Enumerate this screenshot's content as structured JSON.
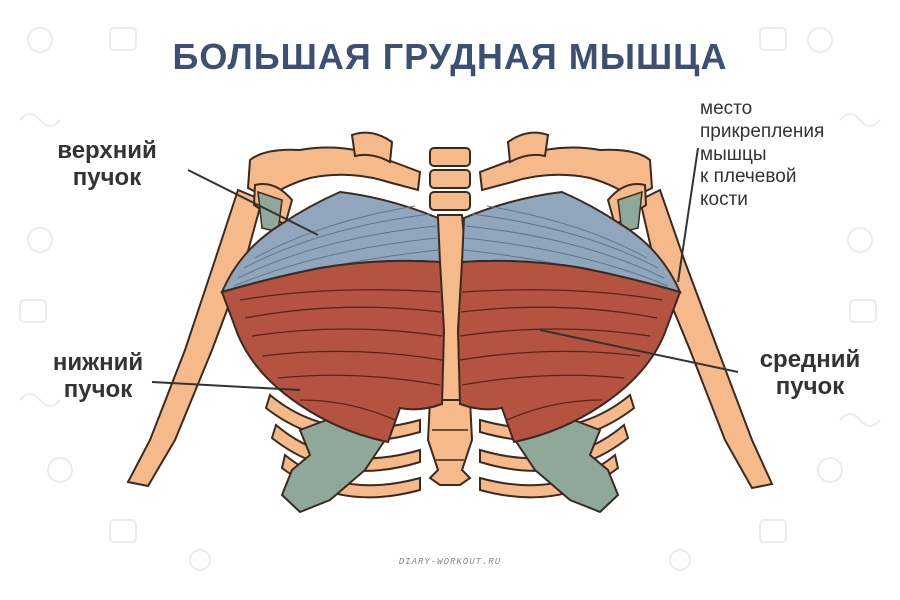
{
  "title": "БОЛЬШАЯ ГРУДНАЯ МЫШЦА",
  "labels": {
    "upper": [
      "верхний",
      "пучок"
    ],
    "lower": [
      "нижний",
      "пучок"
    ],
    "middle": [
      "средний",
      "пучок"
    ],
    "insertion": [
      "место",
      "прикрепления",
      "мышцы",
      "к плечевой",
      "кости"
    ]
  },
  "watermark": "DIARY-WORKOUT.RU",
  "colors": {
    "title": "#3d4f73",
    "bone": "#f5b98a",
    "bone_outline": "#3a2a22",
    "clavicular_head": "#8fa6bd",
    "sternal_head": "#b4533f",
    "cartilage": "#8fa89a",
    "background_icons": "#ececec"
  }
}
